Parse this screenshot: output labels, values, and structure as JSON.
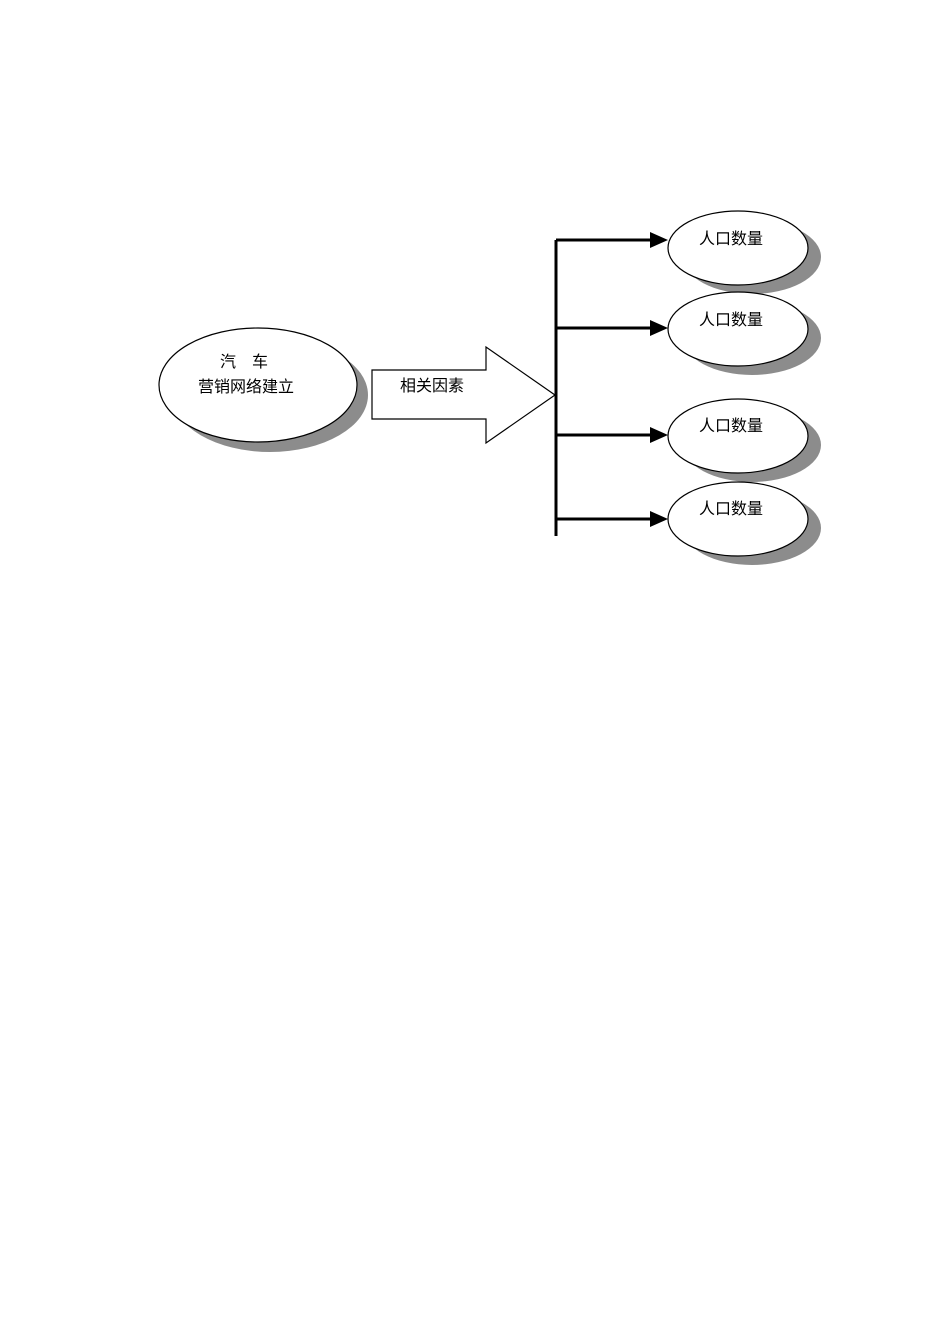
{
  "diagram": {
    "main_node": {
      "line1": "汽　车",
      "line2": "营销网络建立"
    },
    "arrow_label": "相关因素",
    "factors": [
      {
        "label": "人口数量"
      },
      {
        "label": "人口数量"
      },
      {
        "label": "人口数量"
      },
      {
        "label": "人口数量"
      }
    ]
  }
}
